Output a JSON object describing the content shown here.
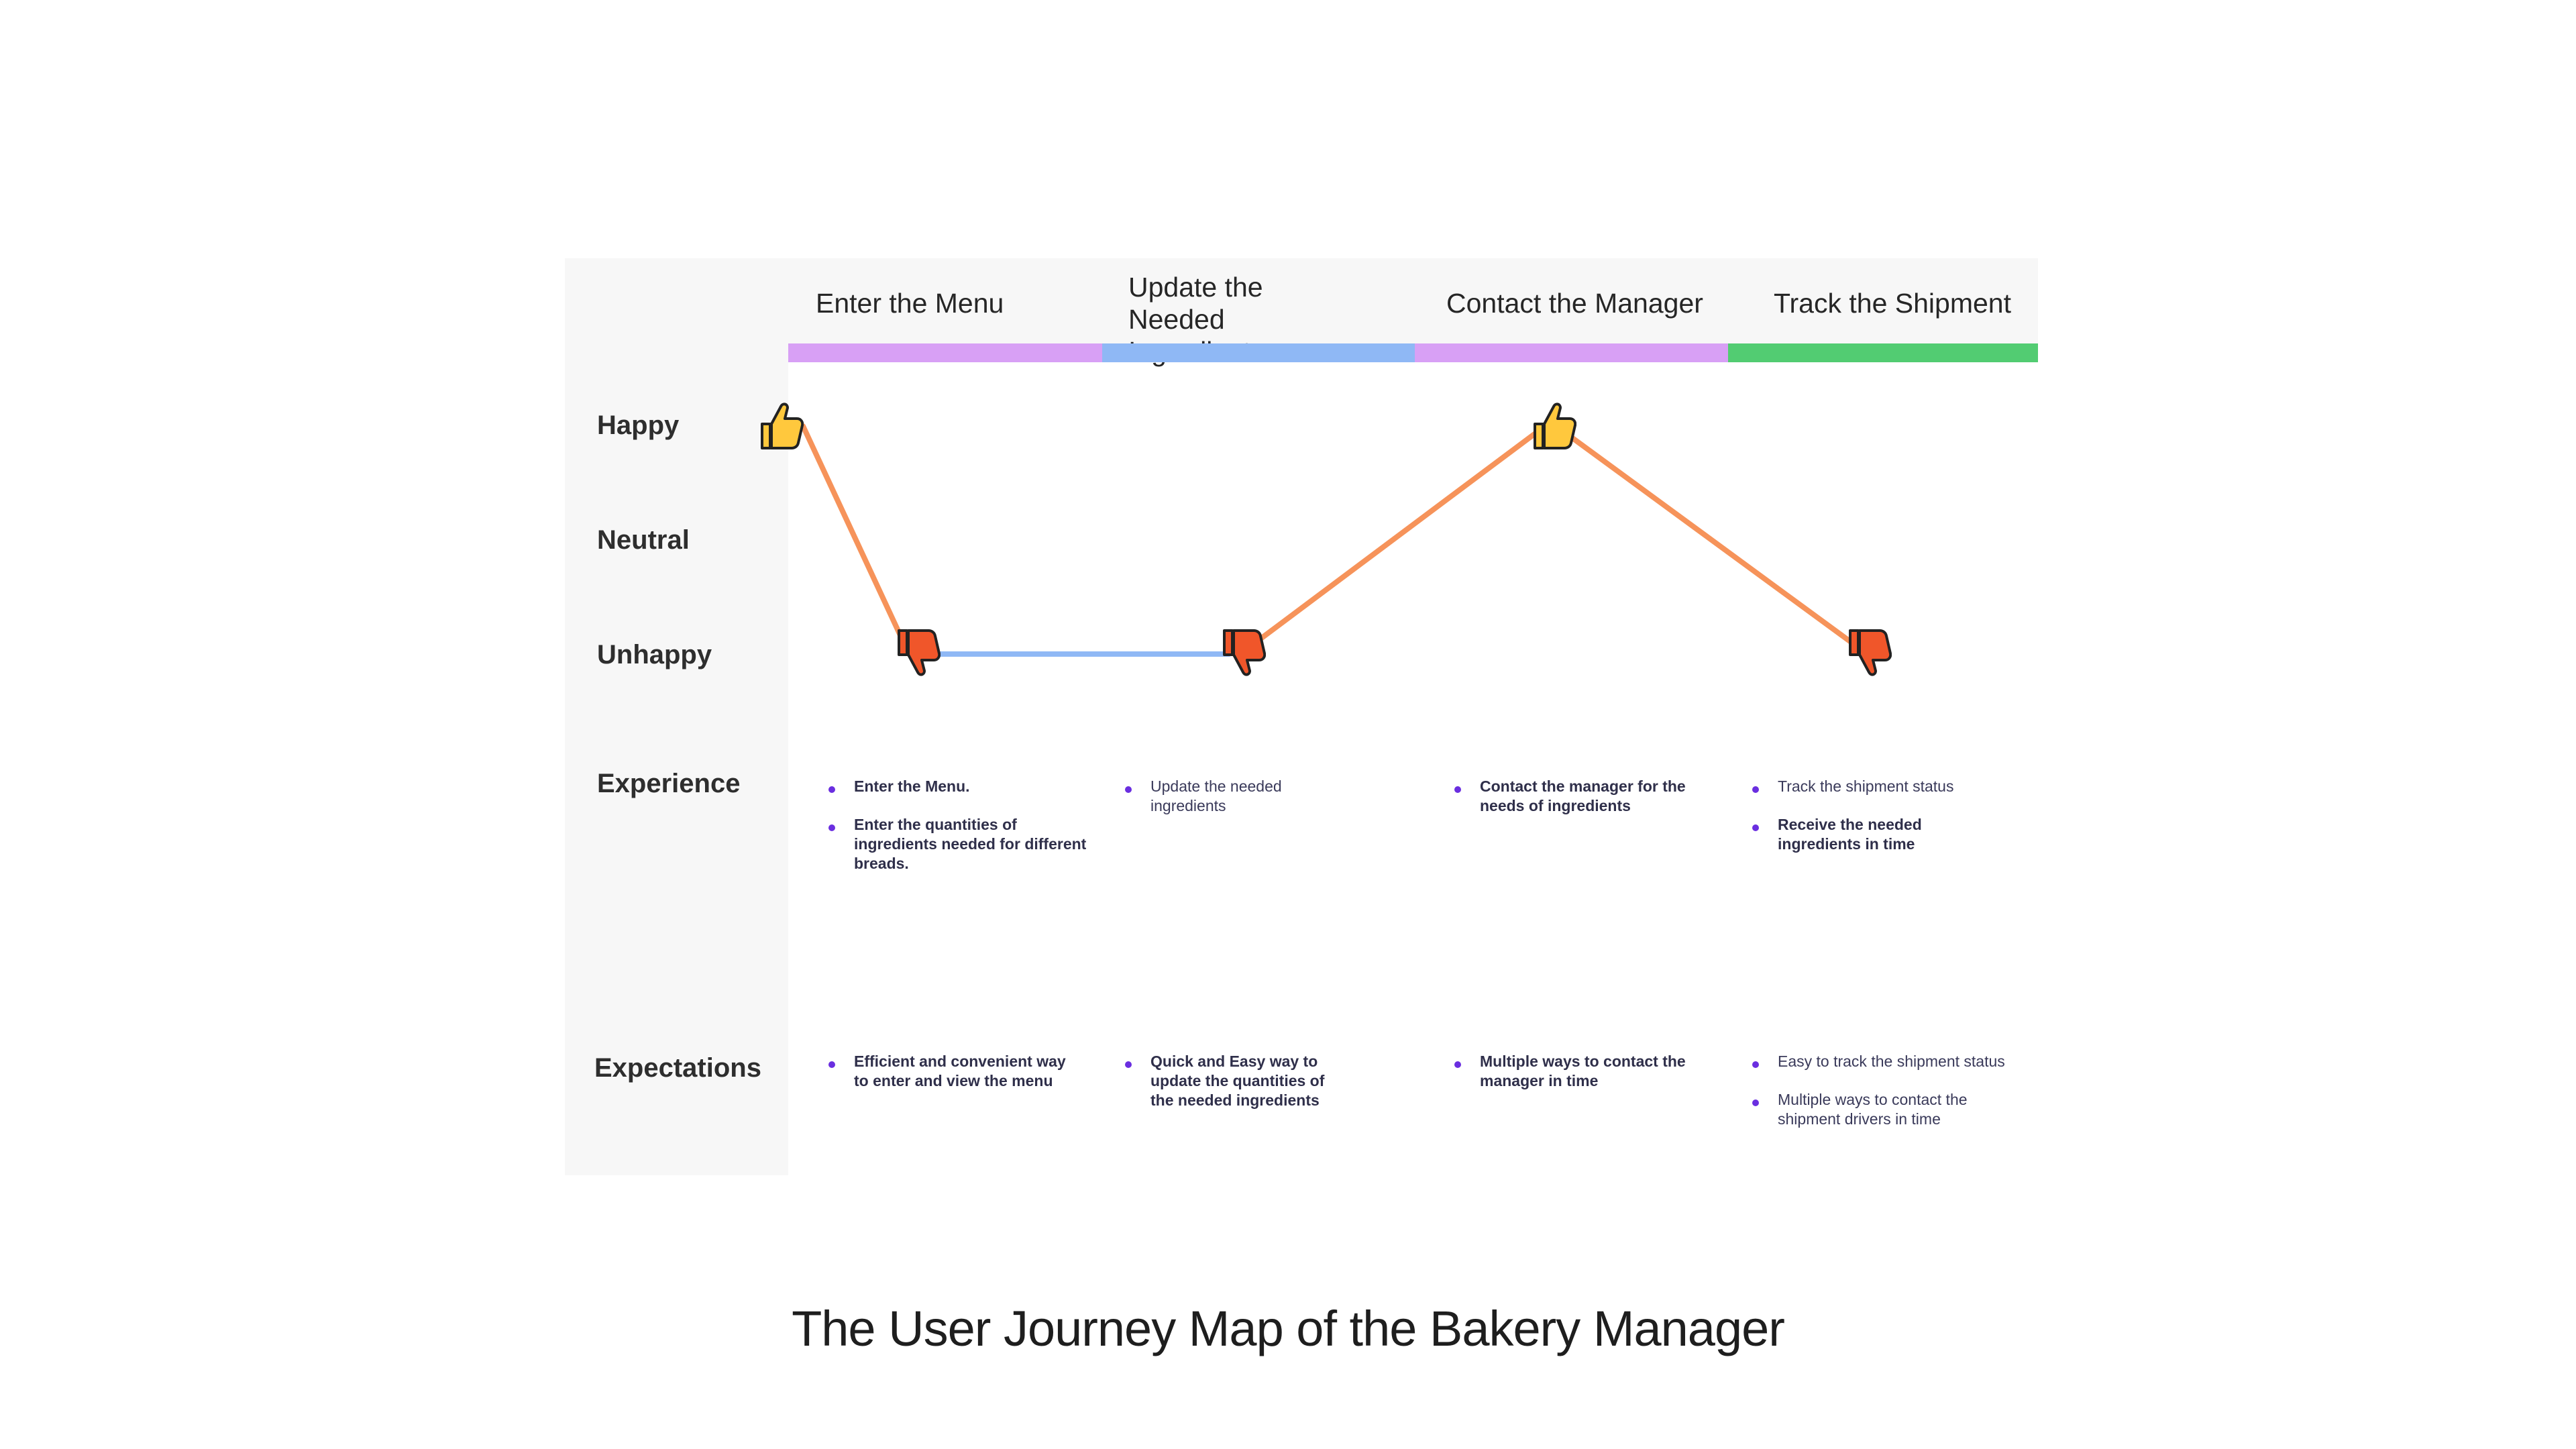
{
  "rows": {
    "happy": "Happy",
    "neutral": "Neutral",
    "unhappy": "Unhappy",
    "experience": "Experience",
    "expectations": "Expectations"
  },
  "stages": [
    {
      "title": "Enter the Menu",
      "color": "#d8a0f5"
    },
    {
      "title": "Update the Needed Ingredients",
      "color": "#8fb8f5"
    },
    {
      "title": "Contact the Manager",
      "color": "#d8a0f5"
    },
    {
      "title": "Track the Shipment",
      "color": "#52cc72"
    }
  ],
  "emotion_path": [
    {
      "point": "start",
      "mood": "Happy",
      "icon": "thumbs-up-icon"
    },
    {
      "point": "Enter the Menu",
      "mood": "Unhappy",
      "icon": "thumbs-down-icon"
    },
    {
      "point": "Update the Needed Ingredients",
      "mood": "Unhappy",
      "icon": "thumbs-down-icon"
    },
    {
      "point": "Contact the Manager",
      "mood": "Happy",
      "icon": "thumbs-up-icon"
    },
    {
      "point": "Track the Shipment",
      "mood": "Unhappy",
      "icon": "thumbs-down-icon"
    }
  ],
  "colors": {
    "curve": "#f6935a",
    "flat_segment": "#8fb8f5",
    "bullet": "#6a2ee0",
    "thumbs_up": "#ffc83d",
    "thumbs_down": "#f0562a"
  },
  "experience": [
    [
      "Enter the Menu.",
      "Enter the quantities of ingredients needed for different breads."
    ],
    [
      "Update the needed ingredients"
    ],
    [
      "Contact the manager for the needs of ingredients"
    ],
    [
      "Track the shipment status",
      "Receive the needed ingredients in time"
    ]
  ],
  "expectations": [
    [
      "Efficient and convenient way to enter and view the menu"
    ],
    [
      "Quick and Easy way to update the quantities of the needed ingredients"
    ],
    [
      "Multiple ways to contact the manager in time"
    ],
    [
      "Easy to track the shipment status",
      "Multiple ways to contact the shipment drivers in time"
    ]
  ],
  "caption": "The User Journey Map of the Bakery Manager"
}
